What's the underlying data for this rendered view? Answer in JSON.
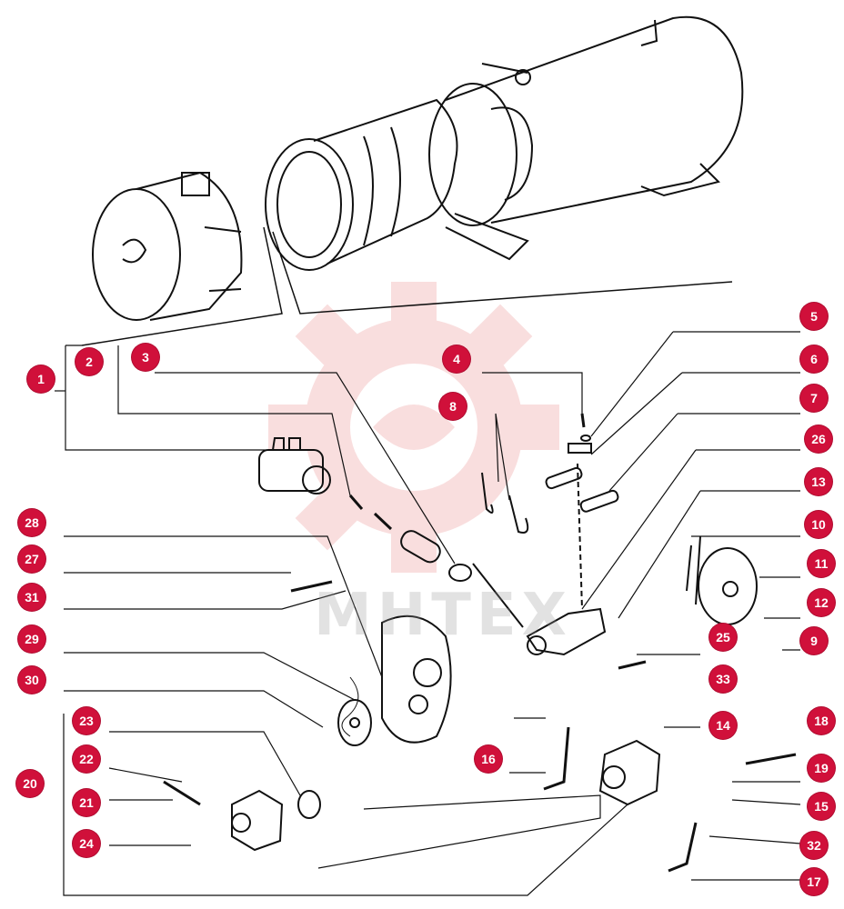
{
  "diagram": {
    "watermark_text": "MHTEX",
    "colors": {
      "callout": "#d0103a",
      "watermark": "#f2b8b8",
      "ink": "#111111"
    },
    "callouts": [
      "1",
      "2",
      "3",
      "4",
      "5",
      "6",
      "7",
      "8",
      "26",
      "13",
      "10",
      "11",
      "12",
      "25",
      "9",
      "28",
      "27",
      "31",
      "29",
      "30",
      "33",
      "14",
      "16",
      "18",
      "19",
      "15",
      "32",
      "17",
      "20",
      "23",
      "22",
      "21",
      "24"
    ]
  }
}
